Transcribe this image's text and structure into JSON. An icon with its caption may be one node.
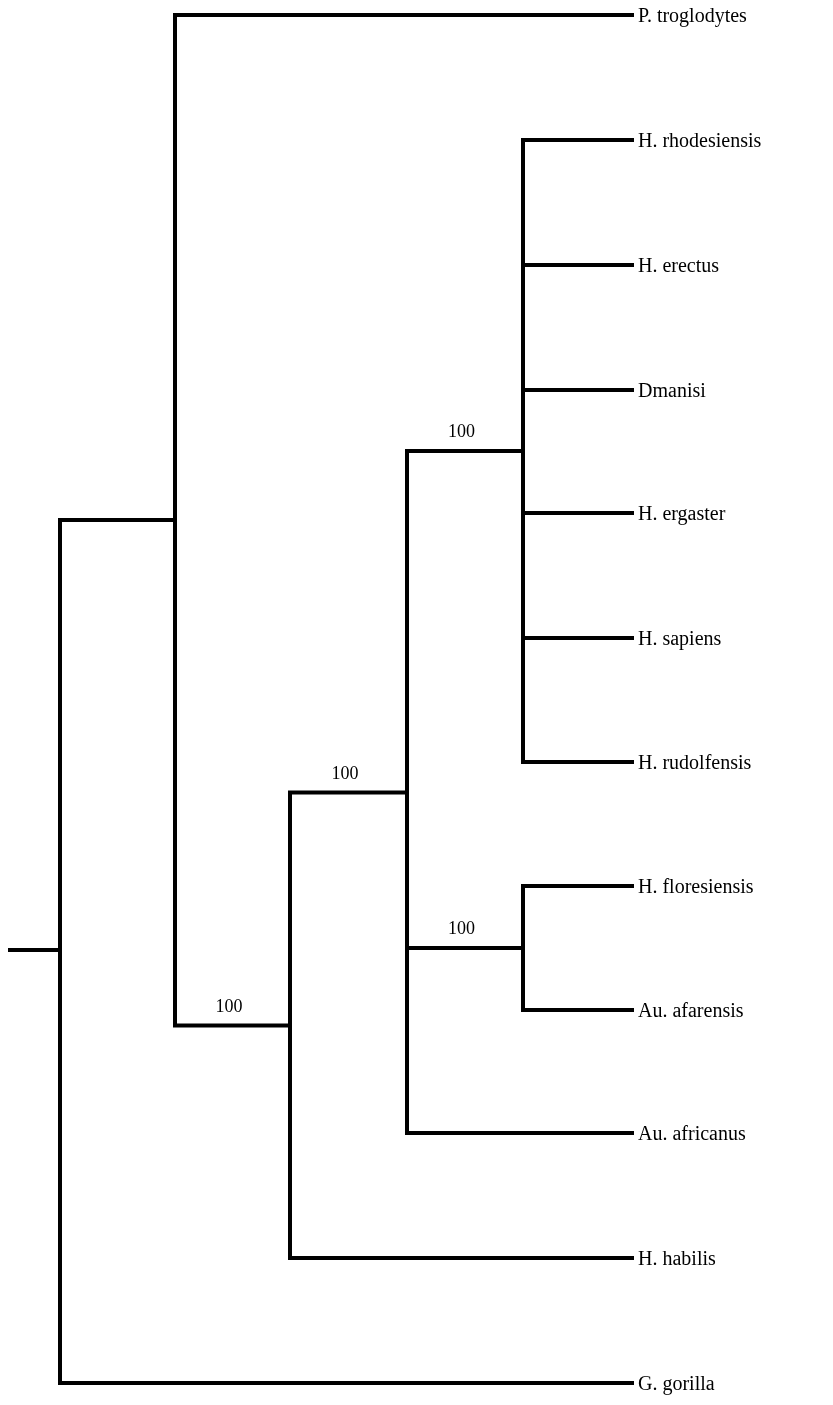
{
  "diagram": {
    "nodes": [
      {
        "text": [],
        "shape": "bar"
      },
      {
        "text": [],
        "shape": "bar"
      },
      {
        "text": [
          "P. troglodytes"
        ]
      },
      {
        "text": [],
        "shape": "bar"
      },
      {
        "text": [],
        "shape": "bar"
      },
      {
        "text": [],
        "shape": "bar"
      },
      {
        "text": [
          "H. rhodesiensis"
        ]
      },
      {
        "text": [
          "H. erectus"
        ]
      },
      {
        "text": [
          "Dmanisi"
        ]
      },
      {
        "text": [
          "H. ergaster"
        ]
      },
      {
        "text": [
          "H. sapiens"
        ]
      },
      {
        "text": [
          "H. rudolfensis"
        ]
      },
      {
        "text": [],
        "shape": "bar"
      },
      {
        "text": [
          "H. floresiensis"
        ]
      },
      {
        "text": [
          "Au. afarensis"
        ]
      },
      {
        "text": [
          "Au. africanus"
        ]
      },
      {
        "text": [
          "H. habilis"
        ]
      },
      {
        "text": [
          "G. gorilla"
        ]
      }
    ],
    "edges": [
      {
        "from": null,
        "to": 0,
        "arrow": "none"
      },
      {
        "from": 0,
        "to": 1,
        "arrow": "none"
      },
      {
        "from": 0,
        "to": 17,
        "arrow": "none"
      },
      {
        "from": 1,
        "to": 2,
        "arrow": "none"
      },
      {
        "from": 1,
        "to": 3,
        "arrow": "none",
        "label": "100"
      },
      {
        "from": 3,
        "to": 4,
        "arrow": "none",
        "label": "100"
      },
      {
        "from": 3,
        "to": 16,
        "arrow": "none"
      },
      {
        "from": 4,
        "to": 5,
        "arrow": "none",
        "label": "100"
      },
      {
        "from": 4,
        "to": 12,
        "arrow": "none",
        "label": "100"
      },
      {
        "from": 4,
        "to": 15,
        "arrow": "none"
      },
      {
        "from": 5,
        "to": 6,
        "arrow": "none"
      },
      {
        "from": 5,
        "to": 7,
        "arrow": "none"
      },
      {
        "from": 5,
        "to": 8,
        "arrow": "none"
      },
      {
        "from": 5,
        "to": 9,
        "arrow": "none"
      },
      {
        "from": 5,
        "to": 10,
        "arrow": "none"
      },
      {
        "from": 5,
        "to": 11,
        "arrow": "none"
      },
      {
        "from": 12,
        "to": 13,
        "arrow": "none"
      },
      {
        "from": 12,
        "to": 14,
        "arrow": "none"
      }
    ]
  }
}
